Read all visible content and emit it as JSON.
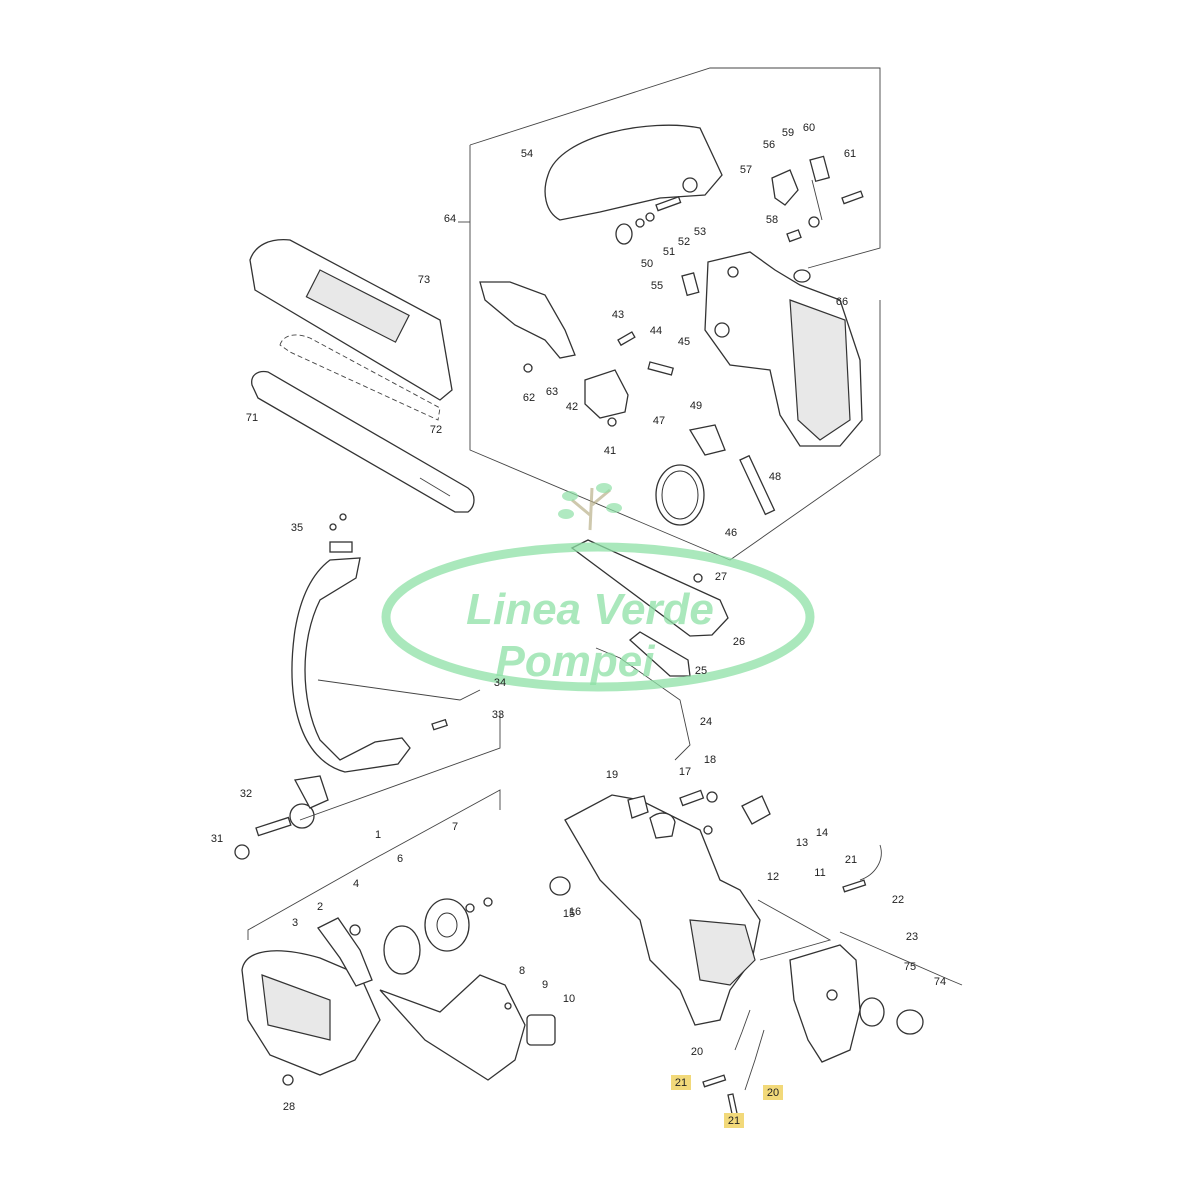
{
  "watermark": {
    "line1": "Linea Verde",
    "line2": "Pompei",
    "color": "#8ee0a6"
  },
  "highlight_color": "#f2d97a",
  "callouts": [
    "1",
    "2",
    "3",
    "4",
    "6",
    "7",
    "8",
    "9",
    "10",
    "11",
    "12",
    "13",
    "14",
    "15",
    "16",
    "17",
    "18",
    "19",
    "20",
    "20",
    "21",
    "21",
    "21",
    "22",
    "23",
    "24",
    "25",
    "26",
    "27",
    "28",
    "31",
    "32",
    "33",
    "34",
    "35",
    "41",
    "42",
    "43",
    "44",
    "45",
    "46",
    "47",
    "48",
    "49",
    "50",
    "51",
    "52",
    "53",
    "54",
    "55",
    "56",
    "57",
    "58",
    "59",
    "60",
    "61",
    "62",
    "63",
    "64",
    "66",
    "71",
    "72",
    "73",
    "74",
    "75"
  ],
  "highlighted_callouts": [
    "21",
    "21",
    "21"
  ]
}
